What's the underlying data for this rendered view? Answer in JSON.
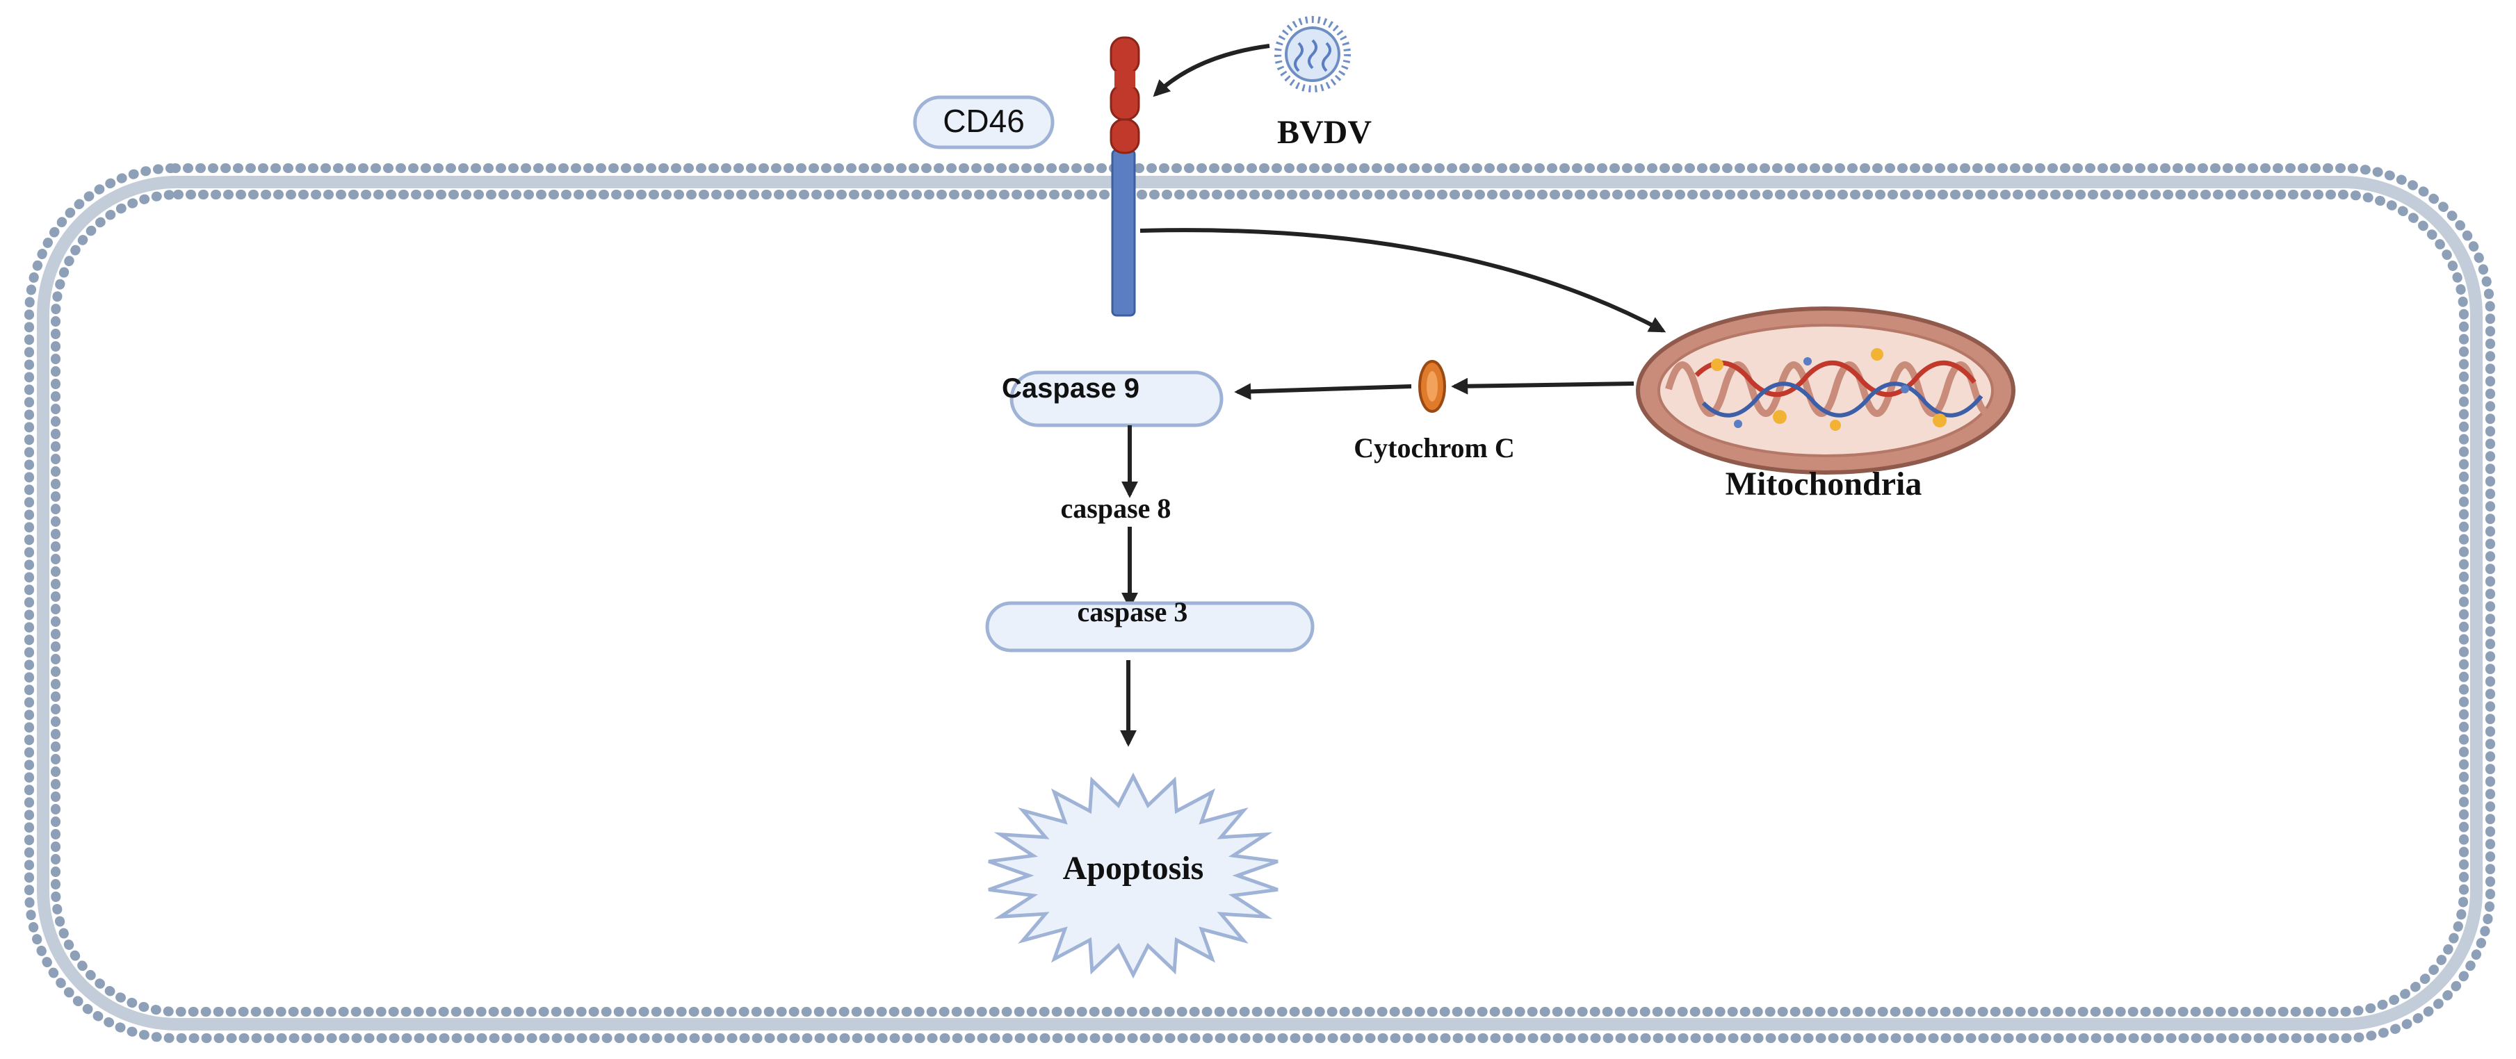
{
  "labels": {
    "cd46": "CD46",
    "bvdv": "BVDV",
    "caspase9": "Caspase 9",
    "caspase8": "caspase 8",
    "caspase3": "caspase 3",
    "cytochrome": "Cytochrom C",
    "mitochondria": "Mitochondria",
    "apoptosis": "Apoptosis"
  },
  "icons": {
    "virus": "virus-icon",
    "mitochondrion": "mitochondrion-icon",
    "cytochrome": "cytochrome-c-icon",
    "receptor": "cd46-receptor-icon"
  },
  "colors": {
    "membrane": "#8e9fb8",
    "membrane_inner": "#c3ccd9",
    "receptor_extracellular": "#c0392b",
    "receptor_transmembrane": "#5b7ec2",
    "box_fill": "#eaf1fb",
    "box_stroke": "#9fb3d6",
    "mito_outer": "#c98b7a",
    "mito_inner": "#f4dcd2",
    "cytochrome": "#e07b2c",
    "arrow": "#222222"
  }
}
